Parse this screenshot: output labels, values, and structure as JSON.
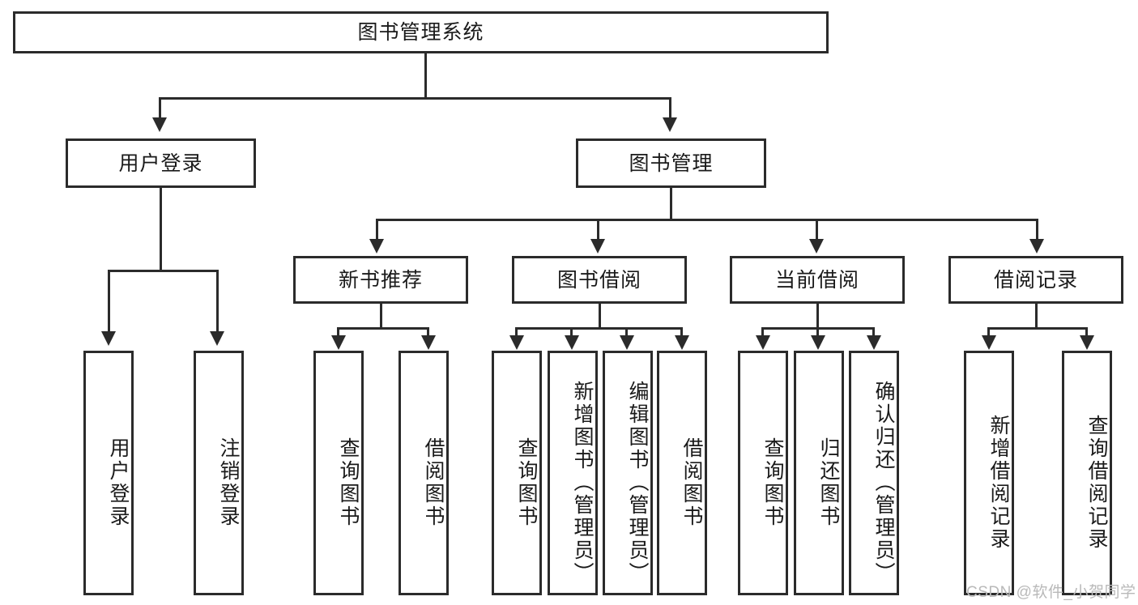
{
  "diagram": {
    "type": "tree-hierarchy-flowchart",
    "title": "图书管理系统",
    "levels": {
      "level1": [
        {
          "id": "root",
          "label": "图书管理系统",
          "orientation": "horizontal"
        }
      ],
      "level2": [
        {
          "id": "user-login",
          "label": "用户登录",
          "orientation": "horizontal"
        },
        {
          "id": "book-management",
          "label": "图书管理",
          "orientation": "horizontal"
        }
      ],
      "level3": [
        {
          "id": "new-book-recommend",
          "label": "新书推荐",
          "orientation": "horizontal"
        },
        {
          "id": "book-borrow",
          "label": "图书借阅",
          "orientation": "horizontal"
        },
        {
          "id": "current-borrow",
          "label": "当前借阅",
          "orientation": "horizontal"
        },
        {
          "id": "borrow-record",
          "label": "借阅记录",
          "orientation": "horizontal"
        }
      ],
      "level4": [
        {
          "id": "leaf-user-login",
          "label": "用户登录",
          "parent": "user-login",
          "orientation": "vertical"
        },
        {
          "id": "leaf-logout-login",
          "label": "注销登录",
          "parent": "user-login",
          "orientation": "vertical"
        },
        {
          "id": "leaf-query-book-1",
          "label": "查询图书",
          "parent": "new-book-recommend",
          "orientation": "vertical"
        },
        {
          "id": "leaf-borrow-book-1",
          "label": "借阅图书",
          "parent": "new-book-recommend",
          "orientation": "vertical"
        },
        {
          "id": "leaf-query-book-2",
          "label": "查询图书",
          "parent": "book-borrow",
          "orientation": "vertical"
        },
        {
          "id": "leaf-add-book",
          "label": "新增图书（管理员）",
          "parent": "book-borrow",
          "orientation": "vertical"
        },
        {
          "id": "leaf-edit-book",
          "label": "编辑图书（管理员）",
          "parent": "book-borrow",
          "orientation": "vertical"
        },
        {
          "id": "leaf-borrow-book-2",
          "label": "借阅图书",
          "parent": "book-borrow",
          "orientation": "vertical"
        },
        {
          "id": "leaf-query-book-3",
          "label": "查询图书",
          "parent": "current-borrow",
          "orientation": "vertical"
        },
        {
          "id": "leaf-return-book",
          "label": "归还图书",
          "parent": "current-borrow",
          "orientation": "vertical"
        },
        {
          "id": "leaf-confirm-return",
          "label": "确认归还（管理员）",
          "parent": "current-borrow",
          "orientation": "vertical"
        },
        {
          "id": "leaf-add-record",
          "label": "新增借阅记录",
          "parent": "borrow-record",
          "orientation": "vertical"
        },
        {
          "id": "leaf-query-record",
          "label": "查询借阅记录",
          "parent": "borrow-record",
          "orientation": "vertical"
        }
      ]
    },
    "colors": {
      "stroke": "#2b2b2b",
      "fill": "#ffffff",
      "text": "#1a1a1a",
      "watermark": "#b9b9b9"
    }
  },
  "watermark": {
    "text": "CSDN @软件_小贺同学"
  }
}
